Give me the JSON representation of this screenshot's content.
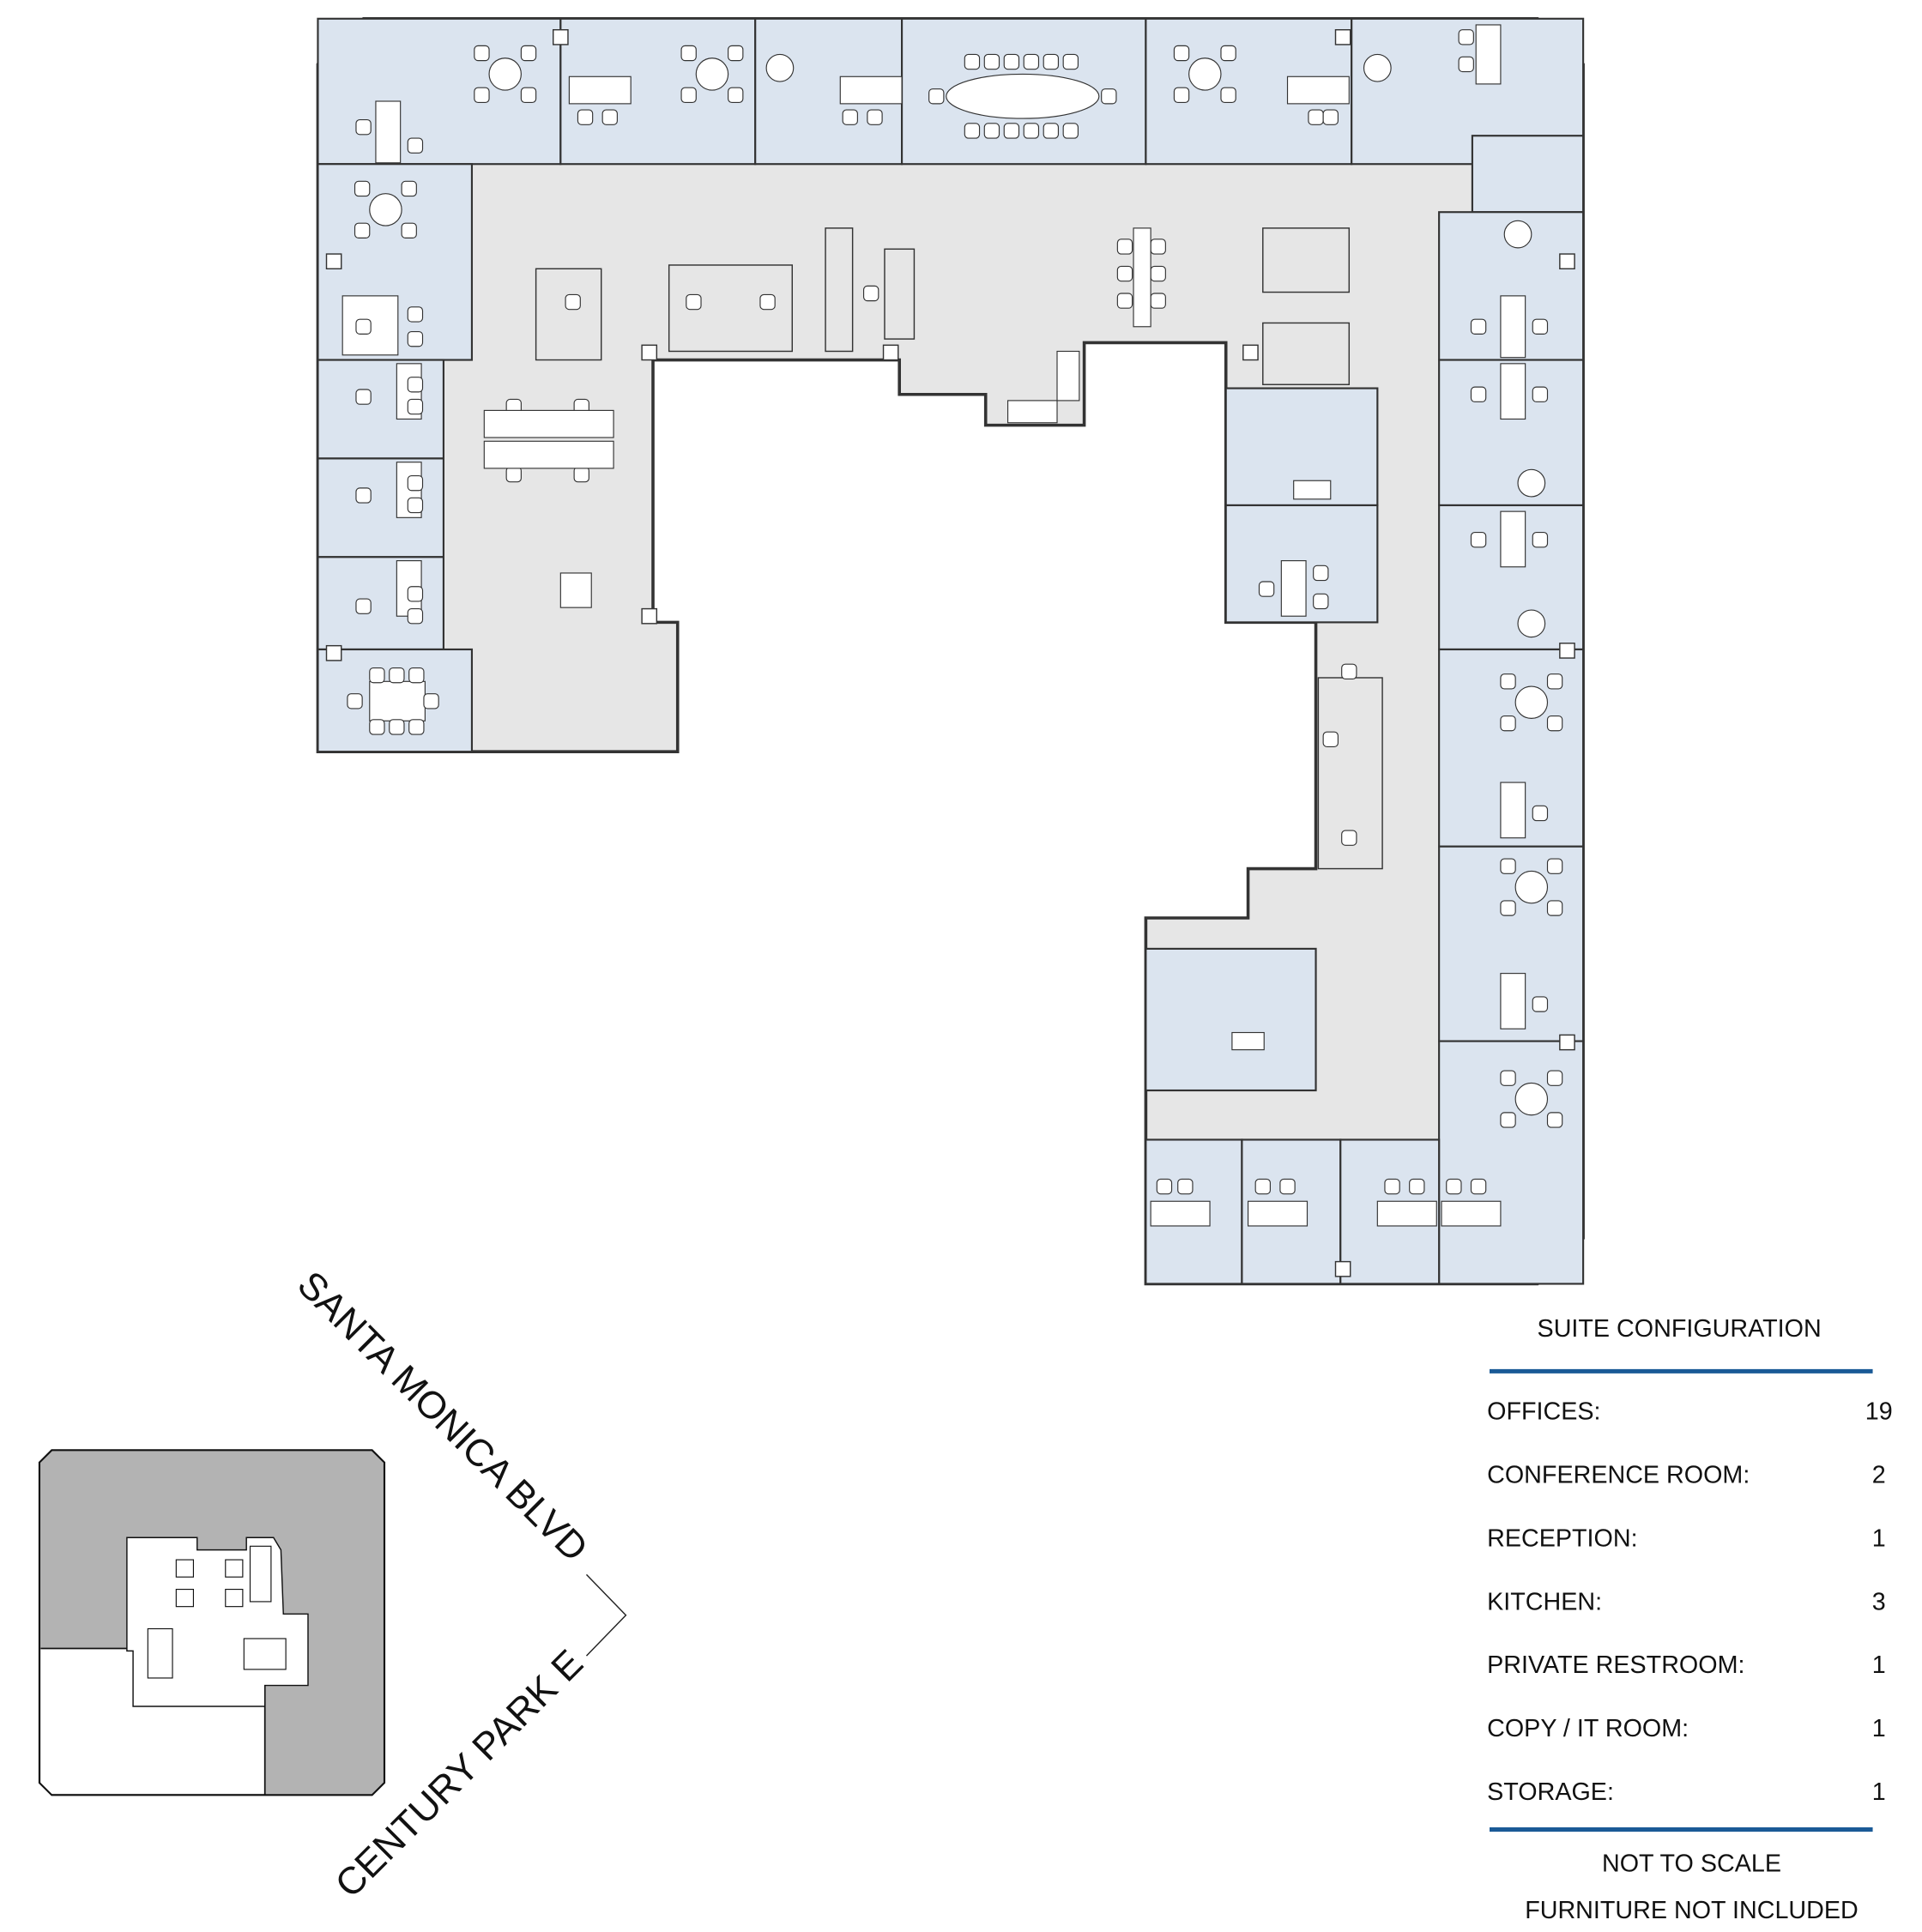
{
  "colors": {
    "room_fill": "#dbe4ef",
    "corridor_fill": "#e6e6e6",
    "wall": "#333333",
    "legend_rule": "#1a5a96",
    "keymap_fill": "#b3b3b3"
  },
  "streets": {
    "north": "SANTA MONICA BLVD",
    "east": "CENTURY PARK E"
  },
  "legend": {
    "title": "SUITE CONFIGURATION",
    "rows": [
      {
        "label": "OFFICES:",
        "value": "19"
      },
      {
        "label": "CONFERENCE ROOM:",
        "value": "2"
      },
      {
        "label": "RECEPTION:",
        "value": "1"
      },
      {
        "label": "KITCHEN:",
        "value": "3"
      },
      {
        "label": "PRIVATE RESTROOM:",
        "value": "1"
      },
      {
        "label": "COPY / IT ROOM:",
        "value": "1"
      },
      {
        "label": "STORAGE:",
        "value": "1"
      }
    ],
    "note1": "NOT TO SCALE",
    "note2": "FURNITURE NOT INCLUDED"
  }
}
